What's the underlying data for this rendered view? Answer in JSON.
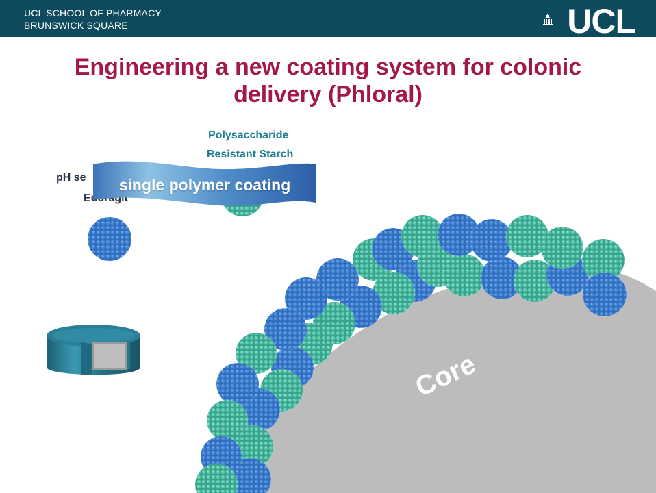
{
  "header": {
    "line1": "UCL SCHOOL OF PHARMACY",
    "line2": "BRUNSWICK SQUARE",
    "logo_text": "UCL"
  },
  "slide": {
    "title": "Engineering a new coating system for colonic delivery (Phloral)",
    "labels": {
      "polysaccharide": "Polysaccharide",
      "resistant_starch": "Resistant Starch",
      "ph_sensitive_partial": "pH se",
      "eudragit_partial": "Eudragit"
    },
    "banner": "single polymer coating",
    "core": "Core"
  },
  "colors": {
    "header_bg": "#0e4a5e",
    "title": "#a3174a",
    "polysaccharide_bead": "#4cbfa7",
    "eudragit_bead": "#2f6fc2",
    "core": "#bcbcbc",
    "tablet": "#2a7f96"
  },
  "icons": [
    "portico-icon",
    "tablet-cutaway-icon"
  ]
}
